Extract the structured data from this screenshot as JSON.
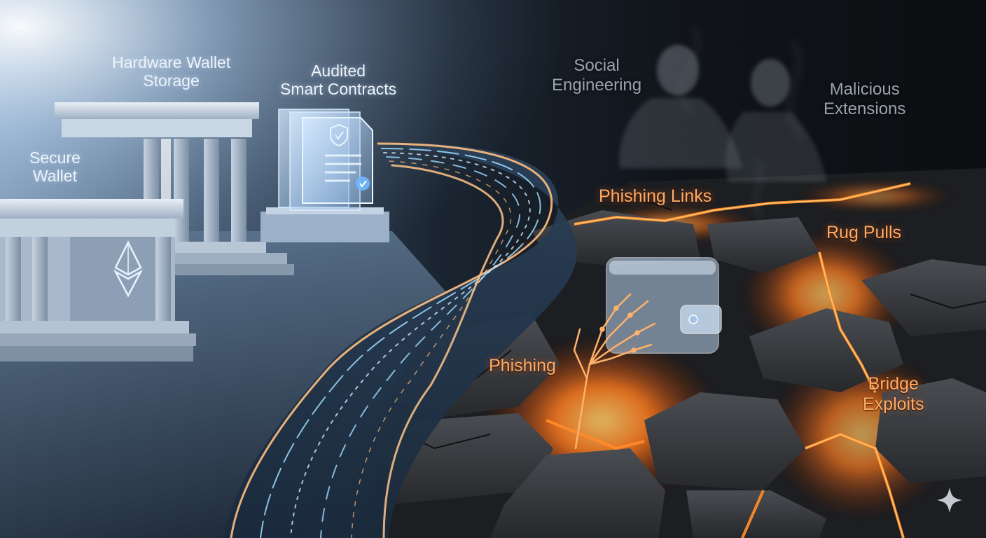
{
  "safe_side": {
    "secure_wallet": [
      "Secure",
      "Wallet"
    ],
    "hardware_wallet_storage": [
      "Hardware Wallet",
      "Storage"
    ],
    "audited_smart_contracts": [
      "Audited",
      "Smart Contracts"
    ]
  },
  "threats": {
    "social_engineering": [
      "Social",
      "Engineering"
    ],
    "malicious_extensions": [
      "Malicious",
      "Extensions"
    ],
    "phishing_links": "Phishing Links",
    "rug_pulls": "Rug Pulls",
    "phishing": "Phishing",
    "bridge_exploits": [
      "Bridge",
      "Exploits"
    ]
  },
  "icons": [
    "ethereum-icon",
    "shield-check-icon",
    "checkmark-badge-icon",
    "wallet-icon",
    "skeletal-hand-icon",
    "sparkle-icon"
  ],
  "colors": {
    "safe_glow": "#cfe4ff",
    "path_blue": "#8fd0ff",
    "path_orange": "#ffb070",
    "lava": "#ff6a1a",
    "rock": "#2a2d31"
  }
}
